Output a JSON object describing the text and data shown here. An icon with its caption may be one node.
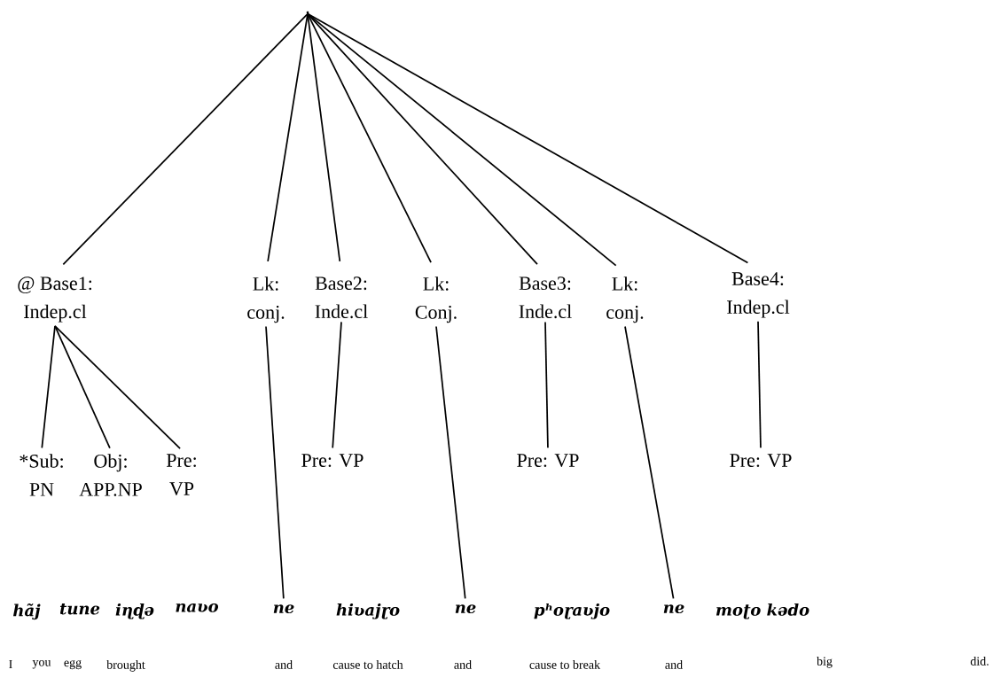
{
  "diagram": {
    "nodes": [
      {
        "text": [],
        "shape": "point"
      },
      {
        "text": [
          "@ Base1:",
          "Indep.cl"
        ]
      },
      {
        "text": [
          "Lk:",
          "conj."
        ]
      },
      {
        "text": [
          "Base2:",
          "Inde.cl"
        ]
      },
      {
        "text": [
          "Lk:",
          "Conj."
        ]
      },
      {
        "text": [
          "Base3:",
          "Inde.cl"
        ]
      },
      {
        "text": [
          "Lk:",
          "conj."
        ]
      },
      {
        "text": [
          "Base4:",
          "Indep.cl"
        ]
      },
      {
        "text": [
          "*Sub:",
          "PN"
        ]
      },
      {
        "text": [
          "Obj:",
          "APP.NP"
        ]
      },
      {
        "text": [
          "Pre:",
          "VP"
        ]
      },
      {
        "text": [
          "Pre: VP"
        ]
      },
      {
        "text": [
          "Pre: VP"
        ]
      },
      {
        "text": [
          "Pre: VP"
        ]
      },
      {
        "text": [
          "ne"
        ]
      },
      {
        "text": [
          "ne"
        ]
      },
      {
        "text": [
          "ne"
        ]
      }
    ],
    "edges": [
      {
        "from": 0,
        "to": 1,
        "arrow": "none"
      },
      {
        "from": 0,
        "to": 2,
        "arrow": "none"
      },
      {
        "from": 0,
        "to": 3,
        "arrow": "none"
      },
      {
        "from": 0,
        "to": 4,
        "arrow": "none"
      },
      {
        "from": 0,
        "to": 5,
        "arrow": "none"
      },
      {
        "from": 0,
        "to": 6,
        "arrow": "none"
      },
      {
        "from": 0,
        "to": 7,
        "arrow": "none"
      },
      {
        "from": 1,
        "to": 8,
        "arrow": "none"
      },
      {
        "from": 1,
        "to": 9,
        "arrow": "none"
      },
      {
        "from": 1,
        "to": 10,
        "arrow": "none"
      },
      {
        "from": 3,
        "to": 11,
        "arrow": "none"
      },
      {
        "from": 5,
        "to": 12,
        "arrow": "none"
      },
      {
        "from": 7,
        "to": 13,
        "arrow": "none"
      },
      {
        "from": 2,
        "to": 14,
        "arrow": "none"
      },
      {
        "from": 4,
        "to": 15,
        "arrow": "none"
      },
      {
        "from": 6,
        "to": 16,
        "arrow": "none"
      }
    ],
    "labels": [
      "hãj",
      "tune",
      "iɳɖə",
      "naʋo",
      "hiʋajɽo",
      "pʰoɽaʋjo",
      "moʈo kədo",
      "I",
      "you",
      "egg",
      "brought",
      "and",
      "cause to hatch",
      "and",
      "cause to break",
      "and",
      "big",
      "did."
    ]
  }
}
